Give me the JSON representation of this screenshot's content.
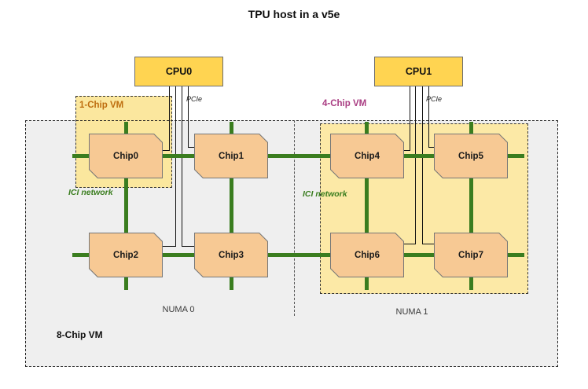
{
  "title": "TPU host in a v5e",
  "colors": {
    "cpu_fill": "#FFD451",
    "chip_fill": "#F7C994",
    "chip_border": "#777777",
    "vm_yellow_fill": "#FBE79E",
    "vm4_yellow_fill": "#FCE9A6",
    "host_gray_fill": "#EFEFEF",
    "ici_green": "#3A7D1F",
    "one_chip_label_color": "#BE6D0F",
    "four_chip_label_color": "#A93C82"
  },
  "cpus": [
    {
      "label": "CPU0"
    },
    {
      "label": "CPU1"
    }
  ],
  "pcie": [
    {
      "label": "PCIe"
    },
    {
      "label": "PCIe"
    }
  ],
  "vms": {
    "one_chip": {
      "label": "1-Chip VM"
    },
    "four_chip": {
      "label": "4-Chip VM"
    },
    "eight_chip": {
      "label": "8-Chip VM"
    }
  },
  "chips": [
    {
      "label": "Chip0"
    },
    {
      "label": "Chip1"
    },
    {
      "label": "Chip2"
    },
    {
      "label": "Chip3"
    },
    {
      "label": "Chip4"
    },
    {
      "label": "Chip5"
    },
    {
      "label": "Chip6"
    },
    {
      "label": "Chip7"
    }
  ],
  "numa": [
    {
      "label": "NUMA 0"
    },
    {
      "label": "NUMA 1"
    }
  ],
  "ici": [
    {
      "label": "ICI network"
    },
    {
      "label": "ICI network"
    }
  ]
}
